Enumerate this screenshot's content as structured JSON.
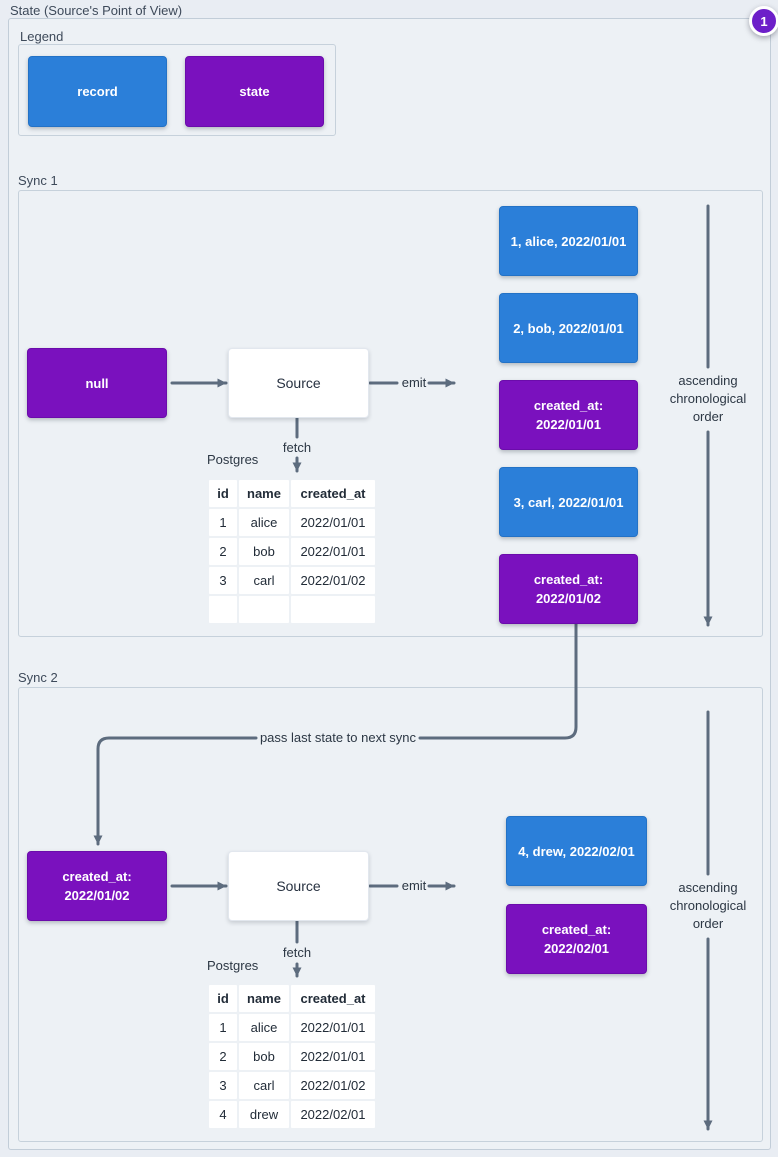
{
  "title": "State (Source's Point of View)",
  "badge": {
    "label": "1"
  },
  "colors": {
    "record": "#2b7fd9",
    "state": "#7a11be",
    "badge": "#6d1fc9",
    "line": "#5d6c7e"
  },
  "legend": {
    "label": "Legend",
    "items": [
      {
        "type": "record",
        "text": "record"
      },
      {
        "type": "state",
        "text": "state"
      }
    ]
  },
  "connector": {
    "label": "pass last state to next sync"
  },
  "sync1": {
    "label": "Sync 1",
    "input_state": "null",
    "source_label": "Source",
    "emit_label": "emit",
    "fetch_label": "fetch",
    "db_label": "Postgres",
    "order_label": "ascending chronological order",
    "stack": [
      {
        "type": "record",
        "text": "1, alice, 2022/01/01"
      },
      {
        "type": "record",
        "text": "2, bob, 2022/01/01"
      },
      {
        "type": "state",
        "text": "created_at: 2022/01/01"
      },
      {
        "type": "record",
        "text": "3, carl, 2022/01/01"
      },
      {
        "type": "state",
        "text": "created_at: 2022/01/02"
      }
    ],
    "table": {
      "headers": [
        "id",
        "name",
        "created_at"
      ],
      "rows": [
        [
          "1",
          "alice",
          "2022/01/01"
        ],
        [
          "2",
          "bob",
          "2022/01/01"
        ],
        [
          "3",
          "carl",
          "2022/01/02"
        ],
        [
          "",
          "",
          ""
        ]
      ]
    }
  },
  "sync2": {
    "label": "Sync 2",
    "input_state": "created_at: 2022/01/02",
    "source_label": "Source",
    "emit_label": "emit",
    "fetch_label": "fetch",
    "db_label": "Postgres",
    "order_label": "ascending chronological order",
    "stack": [
      {
        "type": "record",
        "text": "4, drew, 2022/02/01"
      },
      {
        "type": "state",
        "text": "created_at: 2022/02/01"
      }
    ],
    "table": {
      "headers": [
        "id",
        "name",
        "created_at"
      ],
      "rows": [
        [
          "1",
          "alice",
          "2022/01/01"
        ],
        [
          "2",
          "bob",
          "2022/01/01"
        ],
        [
          "3",
          "carl",
          "2022/01/02"
        ],
        [
          "4",
          "drew",
          "2022/02/01"
        ]
      ]
    }
  }
}
